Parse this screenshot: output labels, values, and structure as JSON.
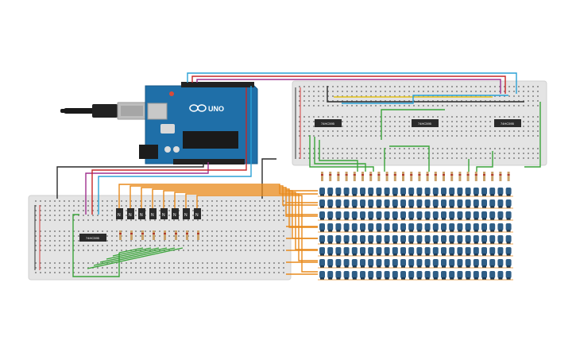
{
  "colors": {
    "background": "#ffffff",
    "breadboard": "#e4e4e4",
    "breadboard_hole": "#5a5a5a",
    "rail_red": "#d43c3c",
    "rail_black": "#333333",
    "arduino_board": "#1f6fa8",
    "arduino_header": "#222222",
    "chip_body": "#2b2b2b",
    "led_body": "#2f5e86",
    "wire_orange": "#e88a1c",
    "wire_green": "#3aa43a",
    "wire_blue": "#2aa1d6",
    "wire_purple": "#a0308e",
    "wire_red": "#c62828",
    "wire_black": "#2a2a2a",
    "wire_yellow": "#e3c21a",
    "usb_cable": "#1a1a1a",
    "usb_connector": "#bfbfbf"
  },
  "components": {
    "arduino": {
      "logo": "UNO",
      "brand_icon": "arduino-infinity-logo-icon"
    },
    "shift_registers": [
      {
        "label": "74HC595"
      },
      {
        "label": "74HC595"
      },
      {
        "label": "74HC595"
      },
      {
        "label": "74HC595"
      }
    ],
    "transistor_count": 8,
    "transistor_mark": "N",
    "led_matrix": {
      "rows": 8,
      "columns": 24
    },
    "resistor_count_top": 24,
    "resistor_count_left": 8
  }
}
